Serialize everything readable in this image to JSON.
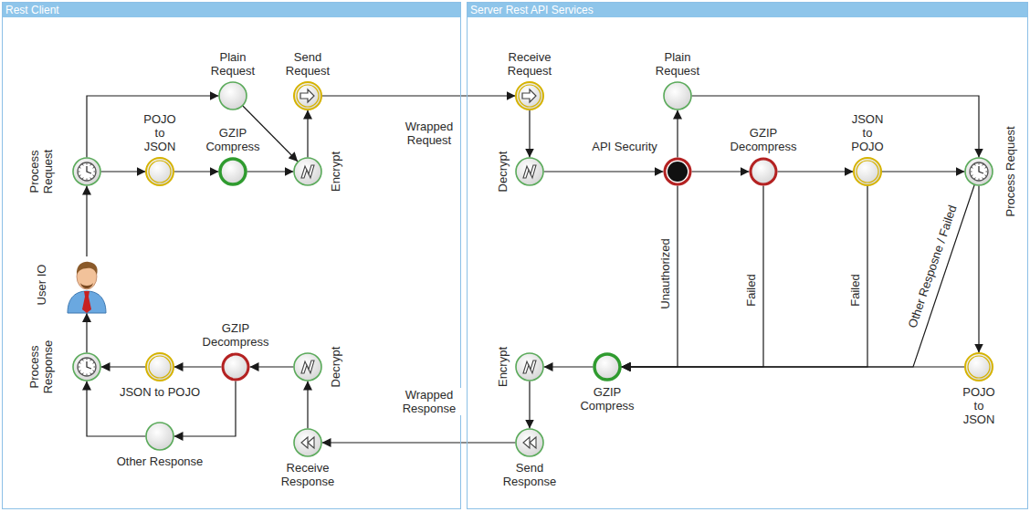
{
  "diagram": {
    "nodes": [
      {
        "text": [
          "Rest Client"
        ]
      },
      {
        "text": [
          "Server Rest API Services"
        ]
      },
      {
        "text": [
          "User IO"
        ],
        "in": 0
      },
      {
        "text": [
          "Process Request"
        ],
        "in": 0
      },
      {
        "text": [
          "Plain Request"
        ],
        "in": 0
      },
      {
        "text": [
          "POJO to JSON"
        ],
        "in": 0
      },
      {
        "text": [
          "GZIP Compress"
        ],
        "in": 0
      },
      {
        "text": [
          "Encrypt"
        ],
        "in": 0
      },
      {
        "text": [
          "Send Request"
        ],
        "in": 0
      },
      {
        "text": [
          "Receive Request"
        ],
        "in": 1
      },
      {
        "text": [
          "Decrypt"
        ],
        "in": 1
      },
      {
        "text": [
          "API Security"
        ],
        "in": 1
      },
      {
        "text": [
          "Plain Request"
        ],
        "in": 1
      },
      {
        "text": [
          "GZIP Decompress"
        ],
        "in": 1
      },
      {
        "text": [
          "JSON to POJO"
        ],
        "in": 1
      },
      {
        "text": [
          "Process Request"
        ],
        "in": 1
      },
      {
        "text": [
          "POJO to JSON"
        ],
        "in": 1
      },
      {
        "text": [
          "GZIP Compress"
        ],
        "in": 1
      },
      {
        "text": [
          "Encrypt"
        ],
        "in": 1
      },
      {
        "text": [
          "Send Response"
        ],
        "in": 1
      },
      {
        "text": [
          "Receive Response"
        ],
        "in": 0
      },
      {
        "text": [
          "Decrypt"
        ],
        "in": 0
      },
      {
        "text": [
          "GZIP Decompress"
        ],
        "in": 0
      },
      {
        "text": [
          "JSON to POJO"
        ],
        "in": 0
      },
      {
        "text": [
          "Process Response"
        ],
        "in": 0
      },
      {
        "text": [
          "Other Response"
        ],
        "in": 0
      }
    ],
    "edges": [
      {
        "from": 2,
        "to": 3,
        "arrow": "to"
      },
      {
        "from": 3,
        "to": 4,
        "arrow": "to"
      },
      {
        "from": 3,
        "to": 5,
        "arrow": "to"
      },
      {
        "from": 5,
        "to": 6,
        "arrow": "to"
      },
      {
        "from": 6,
        "to": 7,
        "arrow": "to"
      },
      {
        "from": 4,
        "to": 7,
        "arrow": "to"
      },
      {
        "from": 7,
        "to": 8,
        "arrow": "to"
      },
      {
        "from": 8,
        "to": 9,
        "label": "Wrapped Request",
        "arrow": "to"
      },
      {
        "from": 9,
        "to": 10,
        "arrow": "to"
      },
      {
        "from": 10,
        "to": 11,
        "arrow": "to"
      },
      {
        "from": 11,
        "to": 12,
        "arrow": "to"
      },
      {
        "from": 12,
        "to": 15,
        "arrow": "to"
      },
      {
        "from": 11,
        "to": 13,
        "arrow": "to"
      },
      {
        "from": 13,
        "to": 14,
        "arrow": "to"
      },
      {
        "from": 14,
        "to": 15,
        "arrow": "to"
      },
      {
        "from": 15,
        "to": 16,
        "arrow": "to"
      },
      {
        "from": 11,
        "to": 17,
        "label": "Unauthorized",
        "arrow": "to"
      },
      {
        "from": 13,
        "to": 17,
        "label": "Failed",
        "arrow": "to"
      },
      {
        "from": 14,
        "to": 17,
        "label": "Failed",
        "arrow": "to"
      },
      {
        "from": 15,
        "to": 17,
        "label": "Other Resposne / Failed",
        "arrow": "to"
      },
      {
        "from": 16,
        "to": 17,
        "arrow": "to"
      },
      {
        "from": 17,
        "to": 18,
        "arrow": "to"
      },
      {
        "from": 18,
        "to": 19,
        "arrow": "to"
      },
      {
        "from": 19,
        "to": 20,
        "label": "Wrapped Response",
        "arrow": "to"
      },
      {
        "from": 20,
        "to": 21,
        "arrow": "to"
      },
      {
        "from": 21,
        "to": 22,
        "arrow": "to"
      },
      {
        "from": 22,
        "to": 23,
        "arrow": "to"
      },
      {
        "from": 23,
        "to": 24,
        "arrow": "to"
      },
      {
        "from": 22,
        "to": 25,
        "arrow": "to"
      },
      {
        "from": 25,
        "to": 24,
        "arrow": "to"
      },
      {
        "from": 24,
        "to": 2,
        "arrow": "to"
      }
    ]
  }
}
